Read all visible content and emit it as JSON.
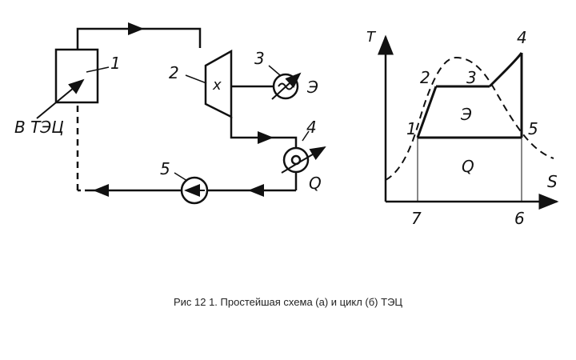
{
  "scheme": {
    "boiler": {
      "number": "1"
    },
    "turbine": {
      "number": "2",
      "glyph": "х"
    },
    "generator": {
      "number": "3",
      "output": "Э"
    },
    "heat_consumer": {
      "number": "4",
      "output": "Q"
    },
    "pump": {
      "number": "5"
    },
    "fuel_input": "В ТЭЦ"
  },
  "ts_diagram": {
    "axis_y": "T",
    "axis_x": "S",
    "points": [
      "1",
      "2",
      "3",
      "4",
      "5"
    ],
    "axis_marks": [
      "7",
      "6"
    ],
    "area_electric": "Э",
    "area_heat": "Q"
  },
  "caption": "Рис 12 1. Простейшая схема (а) и цикл (б) ТЭЦ"
}
